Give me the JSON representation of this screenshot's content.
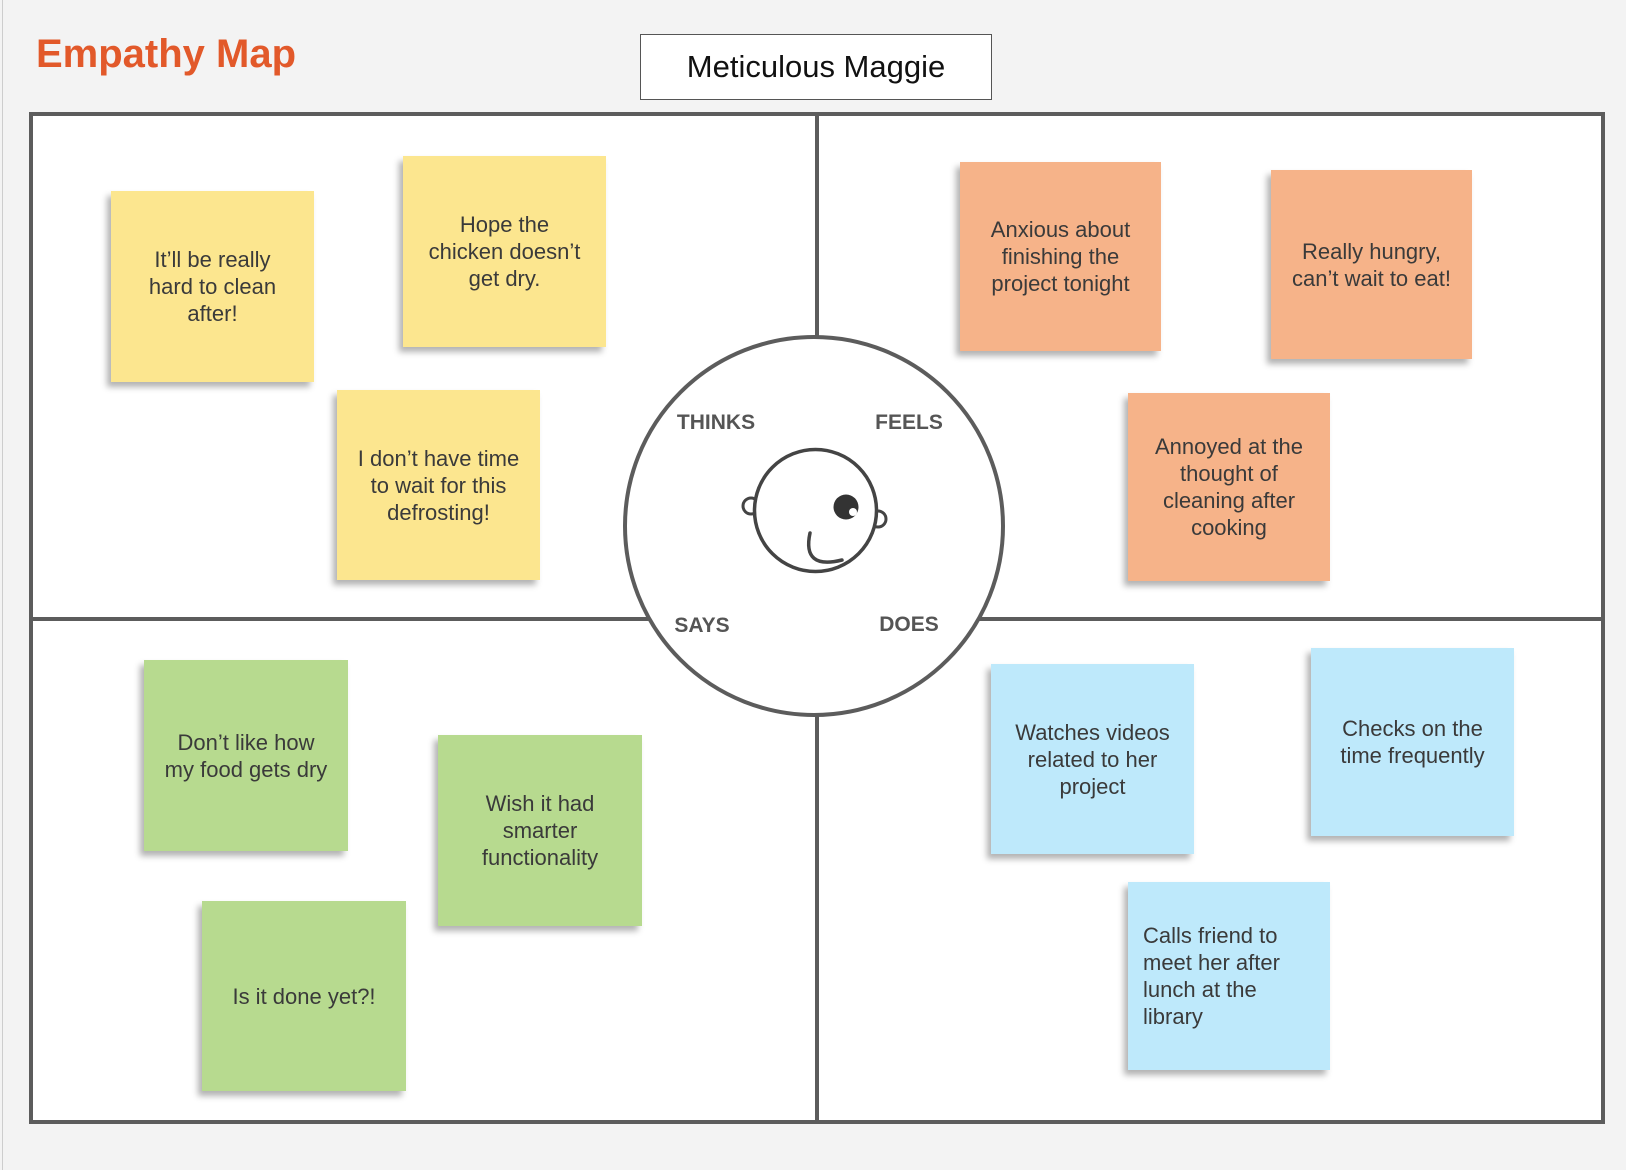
{
  "title": "Empathy Map",
  "persona": "Meticulous Maggie",
  "colors": {
    "title": "#e2592a",
    "frame": "#5c5c5c",
    "thinks": "#fce68f",
    "feels": "#f6b389",
    "says": "#b7da8f",
    "does": "#bee9fb"
  },
  "center": {
    "icon": "face-icon",
    "labels": {
      "thinks": "THINKS",
      "feels": "FEELS",
      "says": "SAYS",
      "does": "DOES"
    }
  },
  "quadrants": {
    "thinks": {
      "notes": [
        "It’ll be really\nhard to clean\nafter!",
        "Hope the\nchicken doesn’t\nget dry.",
        "I don’t have time\nto wait for this\ndefrosting!"
      ]
    },
    "feels": {
      "notes": [
        "Anxious about\nfinishing the\nproject tonight",
        "Really hungry,\ncan’t wait to eat!",
        "Annoyed at the\nthought of\ncleaning after\ncooking"
      ]
    },
    "says": {
      "notes": [
        "Don’t like how\nmy food gets dry",
        "Wish it had\nsmarter\nfunctionality",
        "Is it done yet?!"
      ]
    },
    "does": {
      "notes": [
        "Watches videos\nrelated to her\nproject",
        "Checks on the\ntime frequently",
        "Calls friend to\nmeet her after\nlunch at the\nlibrary"
      ]
    }
  }
}
